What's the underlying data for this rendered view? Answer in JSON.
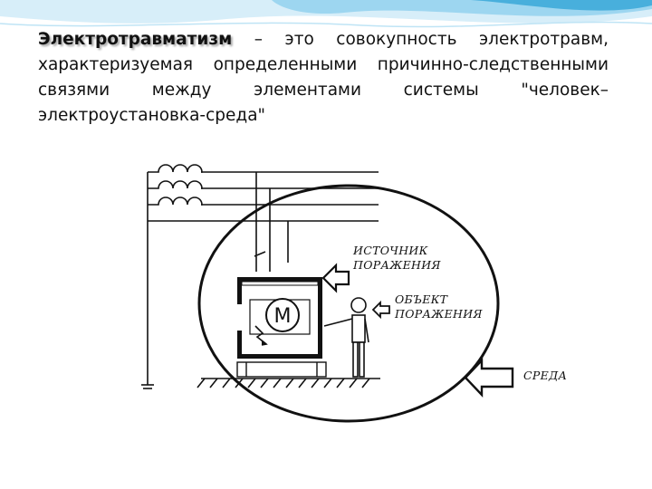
{
  "slide": {
    "term": "Электротравматизм",
    "definition": " – это совокупность электротравм, характеризуемая определенными причинно-следственными связями между элементами системы \"человек–электроустановка-среда\""
  },
  "figure": {
    "motor_symbol": "M",
    "labels": {
      "source_line1": "ИСТОЧНИК",
      "source_line2": "ПОРАЖЕНИЯ",
      "object_line1": "ОБЪЕКТ",
      "object_line2": "ПОРАЖЕНИЯ",
      "environment": "СРЕДА"
    }
  },
  "colors": {
    "wave_light": "#d7eef9",
    "wave_mid": "#8fd0ee",
    "wave_dark": "#3aa8d8",
    "ink": "#111111"
  }
}
